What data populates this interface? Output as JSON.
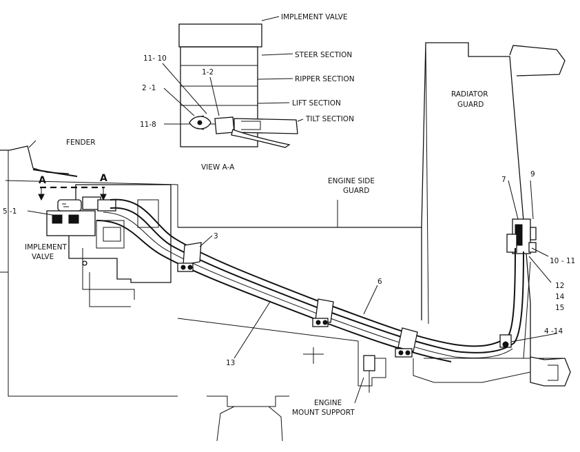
{
  "view_detail": {
    "implement_valve": "IMPLEMENT VALVE",
    "steer_section": "STEER SECTION",
    "ripper_section": "RIPPER SECTION",
    "lift_section": "LIFT SECTION",
    "tilt_section": "TILT SECTION",
    "view_label": "VIEW A-A",
    "callouts": [
      "11- 10",
      "1-2",
      "2 -1",
      "11-8"
    ]
  },
  "main_view": {
    "fender": "FENDER",
    "section_marks": [
      "A",
      "A"
    ],
    "implement_valve_lines": [
      "IMPLEMENT",
      "VALVE"
    ],
    "engine_side_guard_lines": [
      "ENGINE SIDE",
      "GUARD"
    ],
    "radiator_guard_lines": [
      "RADIATOR",
      "GUARD"
    ],
    "engine_mount_support_lines": [
      "ENGINE",
      "MOUNT SUPPORT"
    ],
    "callouts": {
      "c_5_1": "5 -1",
      "c_3": "3",
      "c_6": "6",
      "c_13": "13",
      "c_7": "7",
      "c_9": "9",
      "c_10_11": "10 - 11",
      "c_12": "12",
      "c_14": "14",
      "c_15": "15",
      "c_4_14": "4 -14"
    }
  }
}
